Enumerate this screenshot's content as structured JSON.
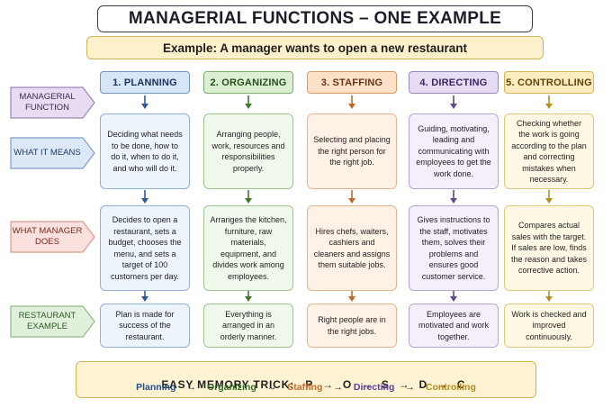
{
  "title": "MANAGERIAL FUNCTIONS – ONE EXAMPLE",
  "example": "Example: A manager wants to open a new restaurant",
  "row_labels": [
    {
      "text": "MANAGERIAL FUNCTION",
      "color": "#e8dcf2",
      "border": "#9b86b8",
      "text_color": "#3a2a55"
    },
    {
      "text": "WHAT IT MEANS",
      "color": "#dce8f6",
      "border": "#7f9ec6",
      "text_color": "#1f3b63"
    },
    {
      "text": "WHAT MANAGER DOES",
      "color": "#fbe1dd",
      "border": "#d99a8e",
      "text_color": "#7a2a22"
    },
    {
      "text": "RESTAURANT EXAMPLE",
      "color": "#e1f0db",
      "border": "#8fbb82",
      "text_color": "#2d5a22"
    }
  ],
  "functions": [
    {
      "header": "1. PLANNING",
      "head_bg": "#d7e6f7",
      "head_border": "#6f93c4",
      "head_text": "#1a3560",
      "cell_bg": "#edf4fc",
      "cell_border": "#8fb0d8",
      "arrow": "#2f5a96",
      "means": "Deciding what needs to be done, how to do it, when to do it, and who will do it.",
      "does": "Decides to open a restaurant, sets a budget, chooses the menu, and sets a target of 100 customers per day.",
      "example": "Plan is made for success of the restaurant."
    },
    {
      "header": "2. ORGANIZING",
      "head_bg": "#dcefd3",
      "head_border": "#79ad6a",
      "head_text": "#24501a",
      "cell_bg": "#f0f8ec",
      "cell_border": "#9cc78f",
      "arrow": "#3d7a2e",
      "means": "Arranging people, work, resources and responsibilities properly.",
      "does": "Arranges the kitchen, furniture, raw materials, equipment, and divides work among employees.",
      "example": "Everything is arranged in an orderly manner."
    },
    {
      "header": "3. STAFFING",
      "head_bg": "#fde0c8",
      "head_border": "#de9a63",
      "head_text": "#6b3410",
      "cell_bg": "#fef1e6",
      "cell_border": "#e6b48a",
      "arrow": "#c0672a",
      "means": "Selecting and placing the right person for the right job.",
      "does": "Hires chefs, waiters, cashiers and cleaners and assigns them suitable jobs.",
      "example": "Right people are in the right jobs."
    },
    {
      "header": "4. DIRECTING",
      "head_bg": "#e6dcf3",
      "head_border": "#9b84c2",
      "head_text": "#3b2763",
      "cell_bg": "#f4effa",
      "cell_border": "#b7a5d5",
      "arrow": "#5e4a8c",
      "means": "Guiding, motivating, leading and communicating with employees to get the work done.",
      "does": "Gives instructions to the staff, motivates them, solves their problems and ensures good customer service.",
      "example": "Employees are motivated and work together."
    },
    {
      "header": "5. CONTROLLING",
      "head_bg": "#fcecbf",
      "head_border": "#d7b451",
      "head_text": "#5c4508",
      "cell_bg": "#fef8e4",
      "cell_border": "#e0c57a",
      "arrow": "#b88f1f",
      "means": "Checking whether the work is going according to the plan and correcting mistakes when necessary.",
      "does": "Compares actual sales with the target. If sales are low, finds the reason and takes corrective action.",
      "example": "Work is checked and improved continuously."
    }
  ],
  "memory": {
    "lead": "EASY MEMORY TRICK:",
    "letters": [
      "P",
      "O",
      "S",
      "D",
      "C"
    ],
    "arrow": "→",
    "words": [
      {
        "text": "Planning",
        "color": "#244f8f"
      },
      {
        "text": "Organizing",
        "color": "#2f6e22"
      },
      {
        "text": "Staffing",
        "color": "#c56a28"
      },
      {
        "text": "Directing",
        "color": "#5d3f95"
      },
      {
        "text": "Controlling",
        "color": "#b58a17"
      }
    ]
  }
}
